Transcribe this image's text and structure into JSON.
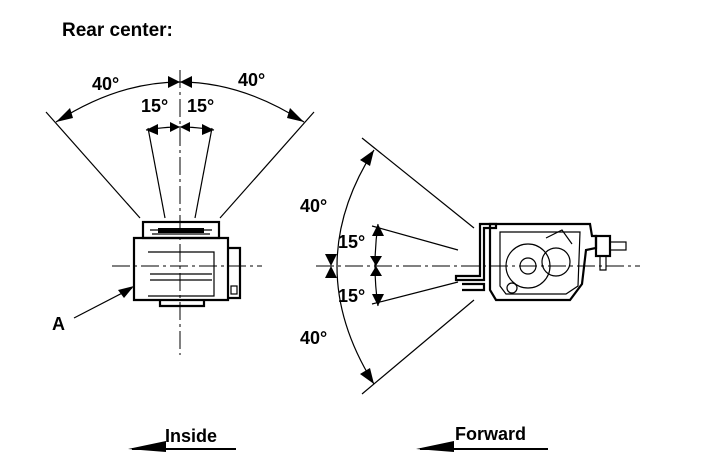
{
  "title": "Rear center:",
  "left_view": {
    "angle_outer_left": "40°",
    "angle_outer_right": "40°",
    "angle_inner_left": "15°",
    "angle_inner_right": "15°",
    "callout_label": "A",
    "direction_label": "Inside"
  },
  "right_view": {
    "angle_outer_top": "40°",
    "angle_inner_top": "15°",
    "angle_inner_bottom": "15°",
    "angle_outer_bottom": "40°",
    "direction_label": "Forward"
  }
}
